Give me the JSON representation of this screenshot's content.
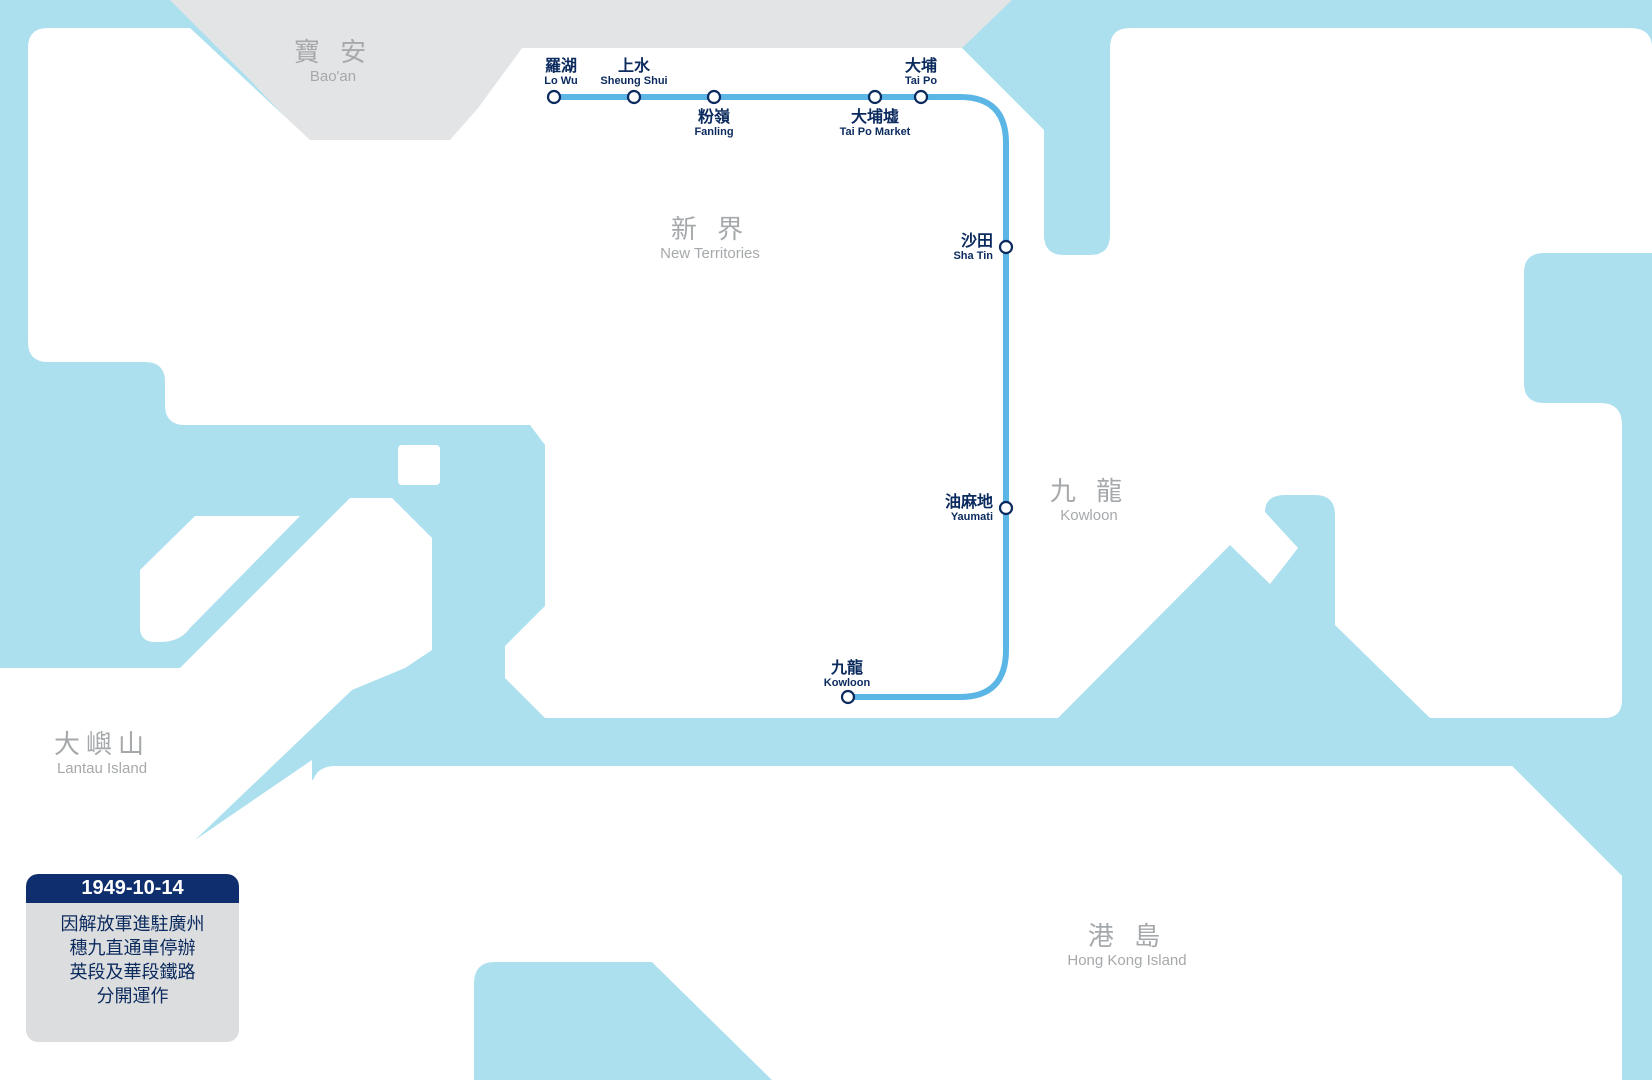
{
  "regions": [
    {
      "id": "baoan",
      "zh": "寶 安",
      "en": "Bao'an"
    },
    {
      "id": "new-territories",
      "zh": "新 界",
      "en": "New Territories"
    },
    {
      "id": "kowloon",
      "zh": "九 龍",
      "en": "Kowloon"
    },
    {
      "id": "lantau",
      "zh": "大嶼山",
      "en": "Lantau Island"
    },
    {
      "id": "hong-kong-island",
      "zh": "港 島",
      "en": "Hong Kong Island"
    }
  ],
  "line": {
    "color": "#5bb5e5"
  },
  "stations": [
    {
      "id": "lo-wu",
      "zh": "羅湖",
      "en": "Lo Wu"
    },
    {
      "id": "sheung-shui",
      "zh": "上水",
      "en": "Sheung Shui"
    },
    {
      "id": "fanling",
      "zh": "粉嶺",
      "en": "Fanling"
    },
    {
      "id": "tai-po-market",
      "zh": "大埔墟",
      "en": "Tai Po Market"
    },
    {
      "id": "tai-po",
      "zh": "大埔",
      "en": "Tai Po"
    },
    {
      "id": "sha-tin",
      "zh": "沙田",
      "en": "Sha Tin"
    },
    {
      "id": "yaumati",
      "zh": "油麻地",
      "en": "Yaumati"
    },
    {
      "id": "kowloon",
      "zh": "九龍",
      "en": "Kowloon"
    }
  ],
  "info": {
    "date": "1949-10-14",
    "lines": [
      "因解放軍進駐廣州",
      "穗九直通車停辦",
      "英段及華段鐵路",
      "分開運作"
    ]
  },
  "colors": {
    "water": "#ade0ef",
    "land": "#ffffff",
    "mainland": "#e3e4e5",
    "label": "#a6a9ab",
    "station_text": "#0b2a5e",
    "date_bg": "#0f2e6e"
  }
}
